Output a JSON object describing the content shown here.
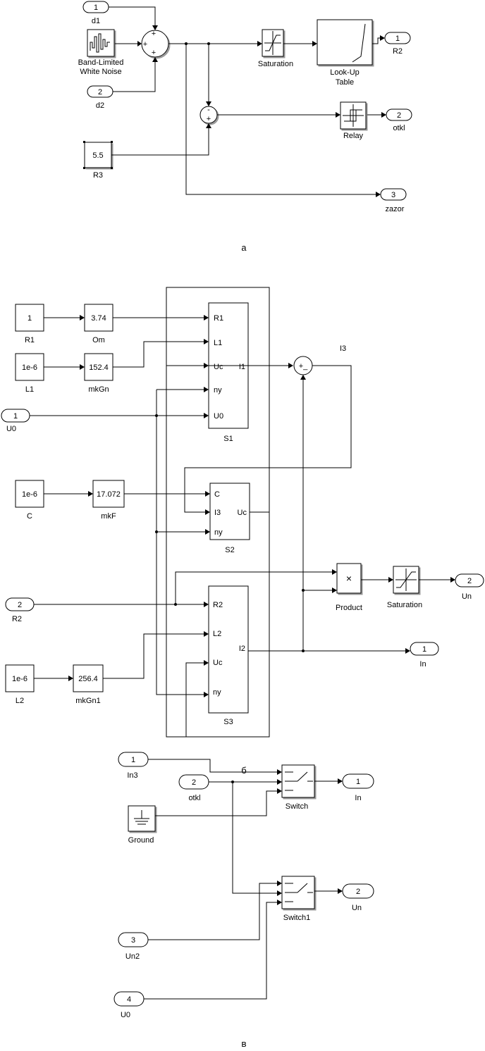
{
  "panel_a": {
    "caption": "а",
    "in_d1": {
      "num": "1",
      "name": "d1"
    },
    "noise": {
      "name1": "Band-Limited",
      "name2": "White Noise"
    },
    "in_d2": {
      "num": "2",
      "name": "d2"
    },
    "sum1_signs": [
      "+",
      "+",
      "+"
    ],
    "saturation": "Saturation",
    "lookup": {
      "name1": "Look-Up",
      "name2": "Table"
    },
    "out_r2": {
      "num": "1",
      "name": "R2"
    },
    "sum2_signs": [
      "-",
      "+"
    ],
    "relay": "Relay",
    "out_otkl": {
      "num": "2",
      "name": "otkl"
    },
    "const_r3": {
      "value": "5.5",
      "name": "R3"
    },
    "out_zazor": {
      "num": "3",
      "name": "zazor"
    }
  },
  "panel_b": {
    "caption": "б",
    "r1": {
      "value": "1",
      "name": "R1"
    },
    "om": {
      "value": "3.74",
      "name": "Om"
    },
    "l1": {
      "value": "1e-6",
      "name": "L1"
    },
    "mkgn": {
      "value": "152.4",
      "name": "mkGn"
    },
    "u0": {
      "num": "1",
      "name": "U0"
    },
    "s1": {
      "name": "S1",
      "ports_in": [
        "R1",
        "L1",
        "Uc",
        "ny",
        "U0"
      ],
      "port_out": "I1"
    },
    "sum_i3": {
      "label": "I3",
      "signs": "+_"
    },
    "c": {
      "value": "1e-6",
      "name": "C"
    },
    "mkf": {
      "value": "17.072",
      "name": "mkF"
    },
    "s2": {
      "name": "S2",
      "ports_in": [
        "C",
        "I3",
        "ny"
      ],
      "port_out": "Uc"
    },
    "product": {
      "symbol": "×",
      "name": "Product"
    },
    "saturation": "Saturation",
    "out_un": {
      "num": "2",
      "name": "Un"
    },
    "r2": {
      "num": "2",
      "name": "R2"
    },
    "s3": {
      "name": "S3",
      "ports_in": [
        "R2",
        "L2",
        "Uc",
        "ny"
      ],
      "port_out": "I2"
    },
    "out_in": {
      "num": "1",
      "name": "In"
    },
    "l2": {
      "value": "1e-6",
      "name": "L2"
    },
    "mkgn1": {
      "value": "256.4",
      "name": "mkGn1"
    }
  },
  "panel_c": {
    "caption": "в",
    "in3": {
      "num": "1",
      "name": "In3"
    },
    "otkl": {
      "num": "2",
      "name": "otkl"
    },
    "ground": "Ground",
    "switch": "Switch",
    "out_in": {
      "num": "1",
      "name": "In"
    },
    "switch1": "Switch1",
    "out_un": {
      "num": "2",
      "name": "Un"
    },
    "un2": {
      "num": "3",
      "name": "Un2"
    },
    "u0": {
      "num": "4",
      "name": "U0"
    }
  }
}
